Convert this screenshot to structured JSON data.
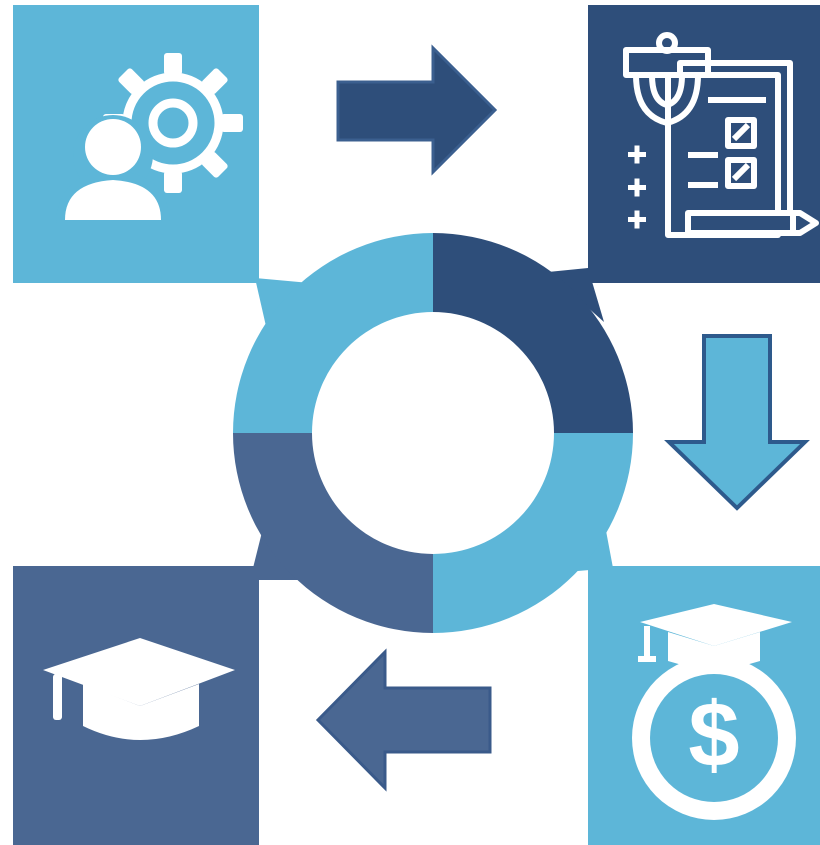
{
  "diagram": {
    "steps": [
      {
        "position": "top-left",
        "icon": "user-gear-icon",
        "color": "#5db6d8"
      },
      {
        "position": "top-right",
        "icon": "blueprint-plan-icon",
        "color": "#2e4e7a"
      },
      {
        "position": "bottom-right",
        "icon": "education-cost-icon",
        "color": "#5db6d8"
      },
      {
        "position": "bottom-left",
        "icon": "graduation-cap-icon",
        "color": "#4a6792"
      }
    ],
    "flow_direction": "clockwise",
    "arrows": [
      {
        "direction": "right",
        "color": "#2e4e7a"
      },
      {
        "direction": "down",
        "color": "#5db6d8"
      },
      {
        "direction": "left",
        "color": "#4a6792"
      }
    ],
    "ring_segment_colors": [
      "#5db6d8",
      "#2e4e7a",
      "#5db6d8",
      "#4a6792"
    ],
    "currency_symbol": "$"
  }
}
